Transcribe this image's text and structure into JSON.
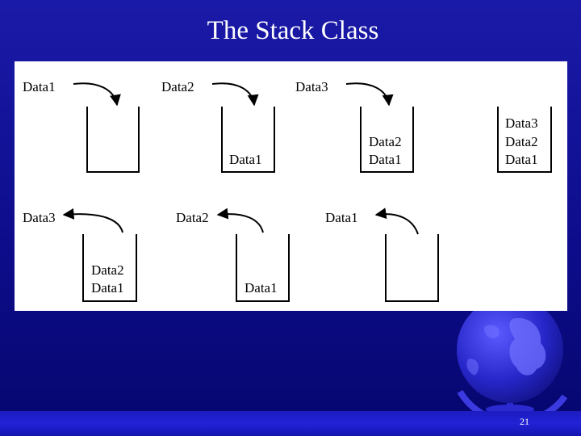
{
  "slide": {
    "title": "The Stack Class",
    "page_number": "21"
  },
  "diagram": {
    "push_row": [
      {
        "pushed": "Data1",
        "contents": []
      },
      {
        "pushed": "Data2",
        "contents": [
          "Data1"
        ]
      },
      {
        "pushed": "Data3",
        "contents": [
          "Data2",
          "Data1"
        ]
      },
      {
        "pushed": "",
        "contents": [
          "Data3",
          "Data2",
          "Data1"
        ]
      }
    ],
    "pop_row": [
      {
        "popped": "Data3",
        "contents": [
          "Data2",
          "Data1"
        ]
      },
      {
        "popped": "Data2",
        "contents": [
          "Data1"
        ]
      },
      {
        "popped": "Data1",
        "contents": []
      }
    ]
  },
  "colors": {
    "background": "#0d0d8c",
    "panel": "#ffffff",
    "ink": "#000000",
    "title": "#ffffff"
  }
}
